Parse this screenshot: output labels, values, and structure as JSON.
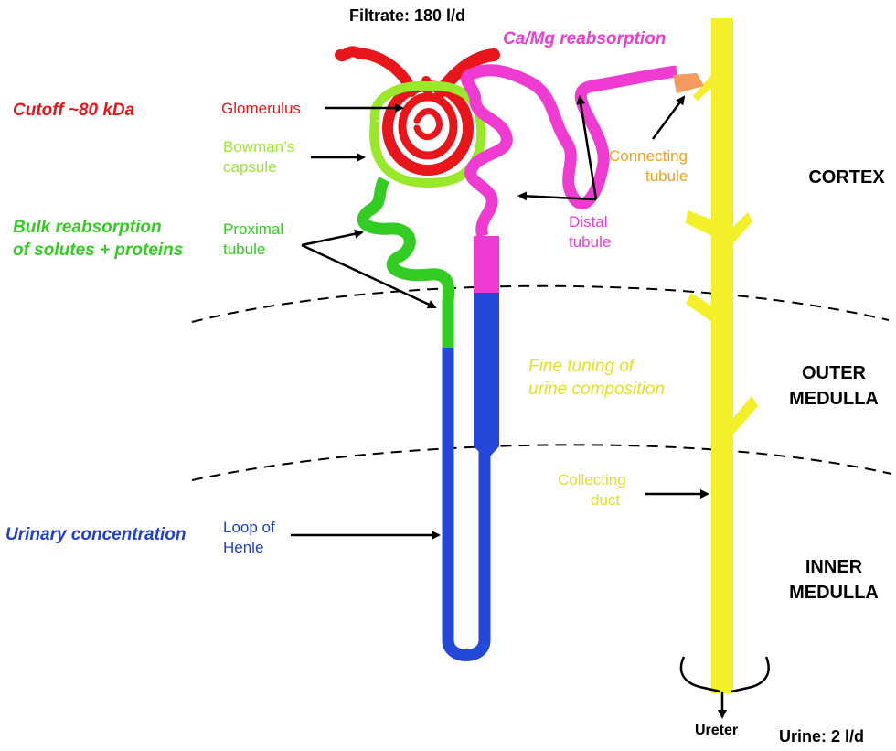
{
  "colors": {
    "glomerulus": "#e8161b",
    "bowman": "#99e82a",
    "proximal": "#33cc22",
    "loop": "#2448d8",
    "distal": "#f03bd2",
    "connecting": "#f39a5e",
    "collecting": "#f3f02a",
    "arrows": "#000000",
    "blue_text": "#1f3fd6",
    "connecting_text": "#f0a21a",
    "collecting_text": "#e6e020"
  },
  "header": {
    "filtrate": "Filtrate: 180 l/d"
  },
  "labels": {
    "ca_mg": "Ca/Mg reabsorption",
    "cutoff": "Cutoff ~80 kDa",
    "glomerulus": "Glomerulus",
    "bowman_line1": "Bowman’s",
    "bowman_line2": "capsule",
    "bulk_line1": "Bulk reabsorption",
    "bulk_line2": "of solutes + proteins",
    "proximal_line1": "Proximal",
    "proximal_line2": "tubule",
    "connecting_line1": "Connecting",
    "connecting_line2": "tubule",
    "distal_line1": "Distal",
    "distal_line2": "tubule",
    "fine_line1": "Fine tuning of",
    "fine_line2": "urine composition",
    "collecting_line1": "Collecting",
    "collecting_line2": "duct",
    "urinary": "Urinary concentration",
    "loop_line1": "Loop of",
    "loop_line2": "Henle",
    "ureter": "Ureter",
    "urine": "Urine: 2 l/d"
  },
  "zones": {
    "cortex": "CORTEX",
    "outer_line1": "OUTER",
    "outer_line2": "MEDULLA",
    "inner_line1": "INNER",
    "inner_line2": "MEDULLA"
  }
}
